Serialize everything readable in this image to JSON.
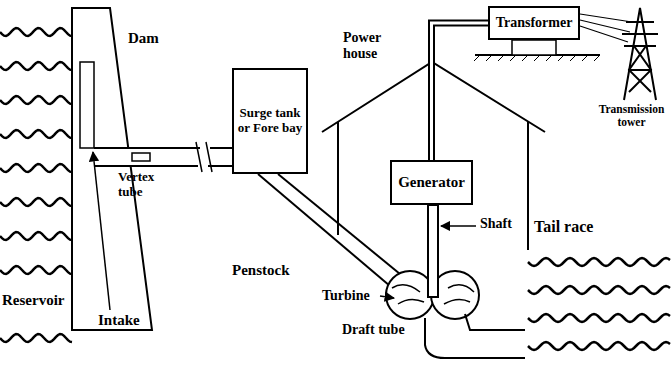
{
  "diagram": {
    "nodes": [
      {
        "text": [
          "Surge tank or Fore bay"
        ]
      },
      {
        "text": [
          "Generator"
        ]
      },
      {
        "text": [
          "Transformer"
        ]
      }
    ],
    "edges": [
      {
        "from": 1,
        "to": 2,
        "arrow": "none"
      }
    ],
    "labels": [
      "Dam",
      "Reservoir",
      "Intake",
      "Vertex tube",
      "Power house",
      "Penstock",
      "Shaft",
      "Turbine",
      "Draft tube",
      "Tail race",
      "Transmission tower"
    ]
  }
}
